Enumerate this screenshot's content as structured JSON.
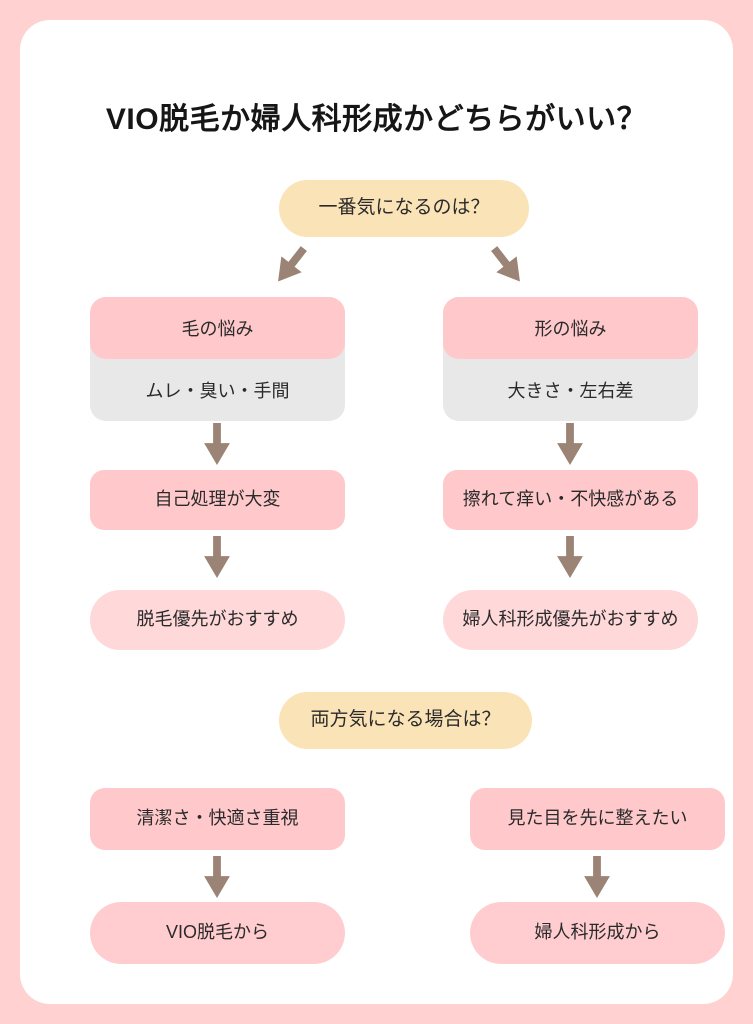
{
  "colors": {
    "border_pink": "#ffd1d1",
    "card_white": "#ffffff",
    "box_pink": "#ffc9cc",
    "result_pill_pink": "#ffd8da",
    "action_pill_pink": "#ffcdd0",
    "question_cream": "#fbe3b8",
    "symptom_gray": "#e9e8e8",
    "arrow_brown": "#9b8475",
    "text_dark": "#2a2a2a"
  },
  "title": "VIO脱毛か婦人科形成かどちらがいい？",
  "flow": {
    "question1": "一番気になるのは？",
    "hair_branch": {
      "category": "毛の悩み",
      "symptoms": "ムレ・臭い・手間",
      "problem": "自己処理が大変",
      "recommendation": "脱毛優先がおすすめ"
    },
    "shape_branch": {
      "category": "形の悩み",
      "symptoms": "大きさ・左右差",
      "problem": "擦れて痒い・不快感がある",
      "recommendation": "婦人科形成優先がおすすめ"
    },
    "question2": "両方気になる場合は？",
    "both_hair": {
      "condition": "清潔さ・快適さ重視",
      "action": "VIO脱毛から"
    },
    "both_shape": {
      "condition": "見た目を先に整えたい",
      "action": "婦人科形成から"
    }
  }
}
